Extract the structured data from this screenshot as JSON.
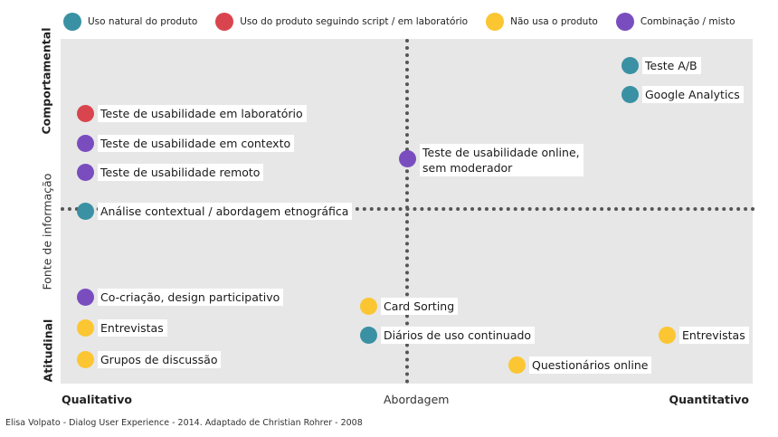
{
  "colors": {
    "teal": "#3a91a3",
    "red": "#d9454e",
    "yellow": "#fbc632",
    "purple": "#7a4dbf",
    "plot_background": "#e7e7e7",
    "divider": "#555555"
  },
  "legend": [
    {
      "label": "Uso natural do produto",
      "color": "teal"
    },
    {
      "label": "Uso do produto seguindo script / em laboratório",
      "color": "red"
    },
    {
      "label": "Não usa o produto",
      "color": "yellow"
    },
    {
      "label": "Combinação / misto",
      "color": "purple"
    }
  ],
  "axes": {
    "y_top": "Comportamental",
    "y_middle": "Fonte de informação",
    "y_bottom": "Atitudinal",
    "x_left": "Qualitativo",
    "x_middle": "Abordagem",
    "x_right": "Quantitativo"
  },
  "methods": [
    {
      "label": "Teste A/B",
      "color": "teal"
    },
    {
      "label": "Google Analytics",
      "color": "teal"
    },
    {
      "label": "Teste de usabilidade em laboratório",
      "color": "red"
    },
    {
      "label": "Teste de usabilidade em contexto",
      "color": "purple"
    },
    {
      "label": "Teste de usabilidade online,\nsem moderador",
      "color": "purple"
    },
    {
      "label": "Teste de usabilidade remoto",
      "color": "purple"
    },
    {
      "label": "Análise contextual / abordagem etnográfica",
      "color": "teal"
    },
    {
      "label": "Co-criação, design participativo",
      "color": "purple"
    },
    {
      "label": "Card Sorting",
      "color": "yellow"
    },
    {
      "label": "Entrevistas",
      "color": "yellow"
    },
    {
      "label": "Diários de uso continuado",
      "color": "teal"
    },
    {
      "label": "Entrevistas",
      "color": "yellow"
    },
    {
      "label": "Grupos de discussão",
      "color": "yellow"
    },
    {
      "label": "Questionários online",
      "color": "yellow"
    }
  ],
  "credit": "Elisa Volpato - Dialog User Experience - 2014. Adaptado de Christian Rohrer - 2008"
}
